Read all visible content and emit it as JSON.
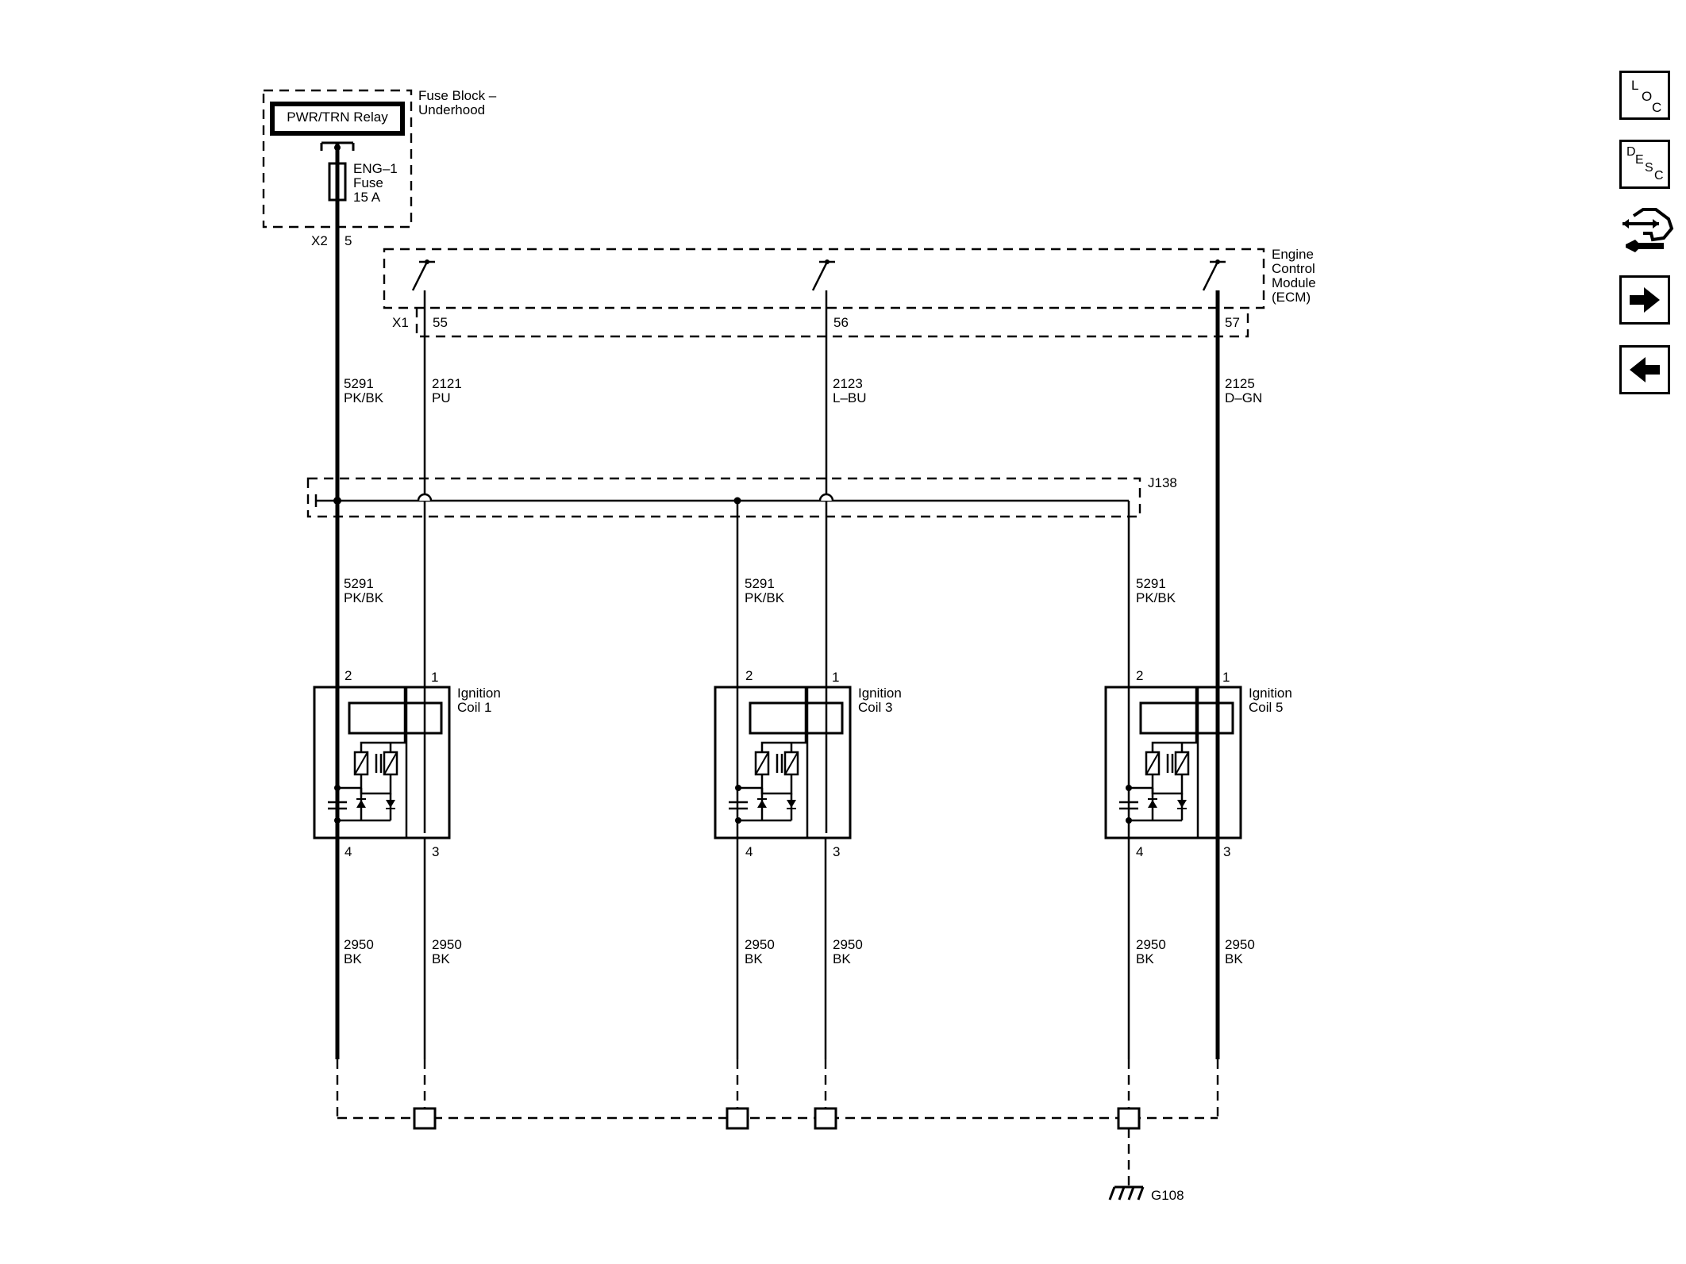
{
  "fuse_block": {
    "title_line1": "Fuse Block –",
    "title_line2": "Underhood",
    "relay_label": "PWR/TRN Relay",
    "fuse_line1": "ENG–1",
    "fuse_line2": "Fuse",
    "fuse_line3": "15 A",
    "connector": "X2",
    "pin": "5"
  },
  "ecm": {
    "title_line1": "Engine",
    "title_line2": "Control",
    "title_line3": "Module",
    "title_line4": "(ECM)",
    "connector": "X1",
    "pins": [
      "55",
      "56",
      "57"
    ]
  },
  "wires": {
    "power_top": {
      "circuit": "5291",
      "color": "PK/BK"
    },
    "signal_1": {
      "circuit": "2121",
      "color": "PU"
    },
    "signal_3": {
      "circuit": "2123",
      "color": "L–BU"
    },
    "signal_5": {
      "circuit": "2125",
      "color": "D–GN"
    },
    "power_coil": {
      "circuit": "5291",
      "color": "PK/BK"
    },
    "ground": {
      "circuit": "2950",
      "color": "BK"
    }
  },
  "splice": "J138",
  "coils": [
    {
      "line1": "Ignition",
      "line2": "Coil 1",
      "pins": [
        "2",
        "1",
        "4",
        "3"
      ]
    },
    {
      "line1": "Ignition",
      "line2": "Coil 3",
      "pins": [
        "2",
        "1",
        "4",
        "3"
      ]
    },
    {
      "line1": "Ignition",
      "line2": "Coil 5",
      "pins": [
        "2",
        "1",
        "4",
        "3"
      ]
    }
  ],
  "ground_label": "G108",
  "nav": {
    "loc": {
      "a": "L",
      "b": "O",
      "c": "C"
    },
    "desc": {
      "a": "D",
      "b": "E",
      "c": "S",
      "d": "C"
    }
  }
}
